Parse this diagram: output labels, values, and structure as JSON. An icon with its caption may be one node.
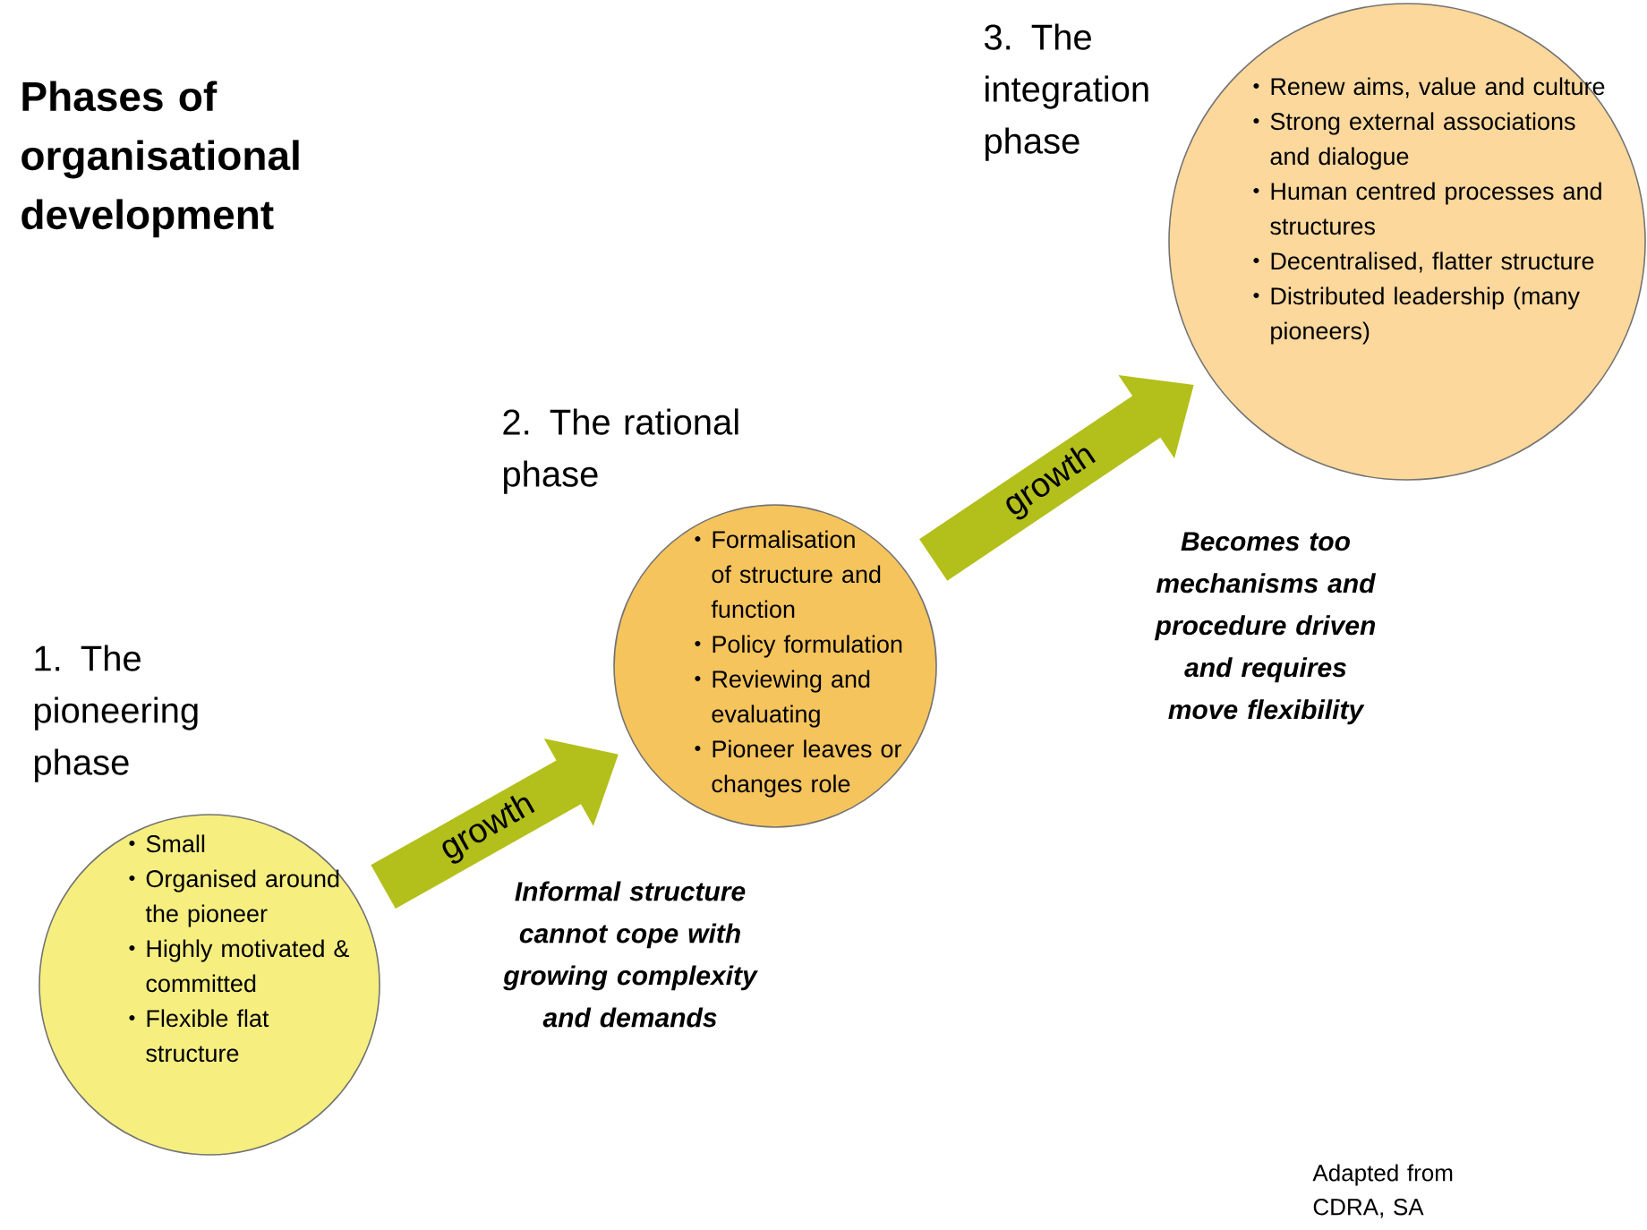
{
  "diagram": {
    "title": "Phases of organisational development",
    "nodes": [
      {
        "text": [
          "1. The pioneering phase",
          "Small",
          "Organised around the pioneer",
          "Highly motivated & committed",
          "Flexible flat structure"
        ]
      },
      {
        "text": [
          "2. The rational phase",
          "Formalisation of structure and function",
          "Policy formulation",
          "Reviewing and evaluating",
          "Pioneer leaves or changes role"
        ]
      },
      {
        "text": [
          "3. The integration phase",
          "Renew aims, value and culture",
          "Strong external associations and dialogue",
          "Human centred processes and structures",
          "Decentralised, flatter structure",
          "Distributed leadership (many pioneers)"
        ]
      }
    ],
    "edges": [
      {
        "from": 0,
        "to": 1,
        "arrow": "to",
        "label": "growth"
      },
      {
        "from": 1,
        "to": 2,
        "arrow": "to",
        "label": "growth"
      }
    ],
    "labels": [
      "Informal structure cannot cope with growing complexity and demands",
      "Becomes too mechanisms and procedure driven and requires move flexibility",
      "Adapted from CDRA, SA"
    ]
  }
}
